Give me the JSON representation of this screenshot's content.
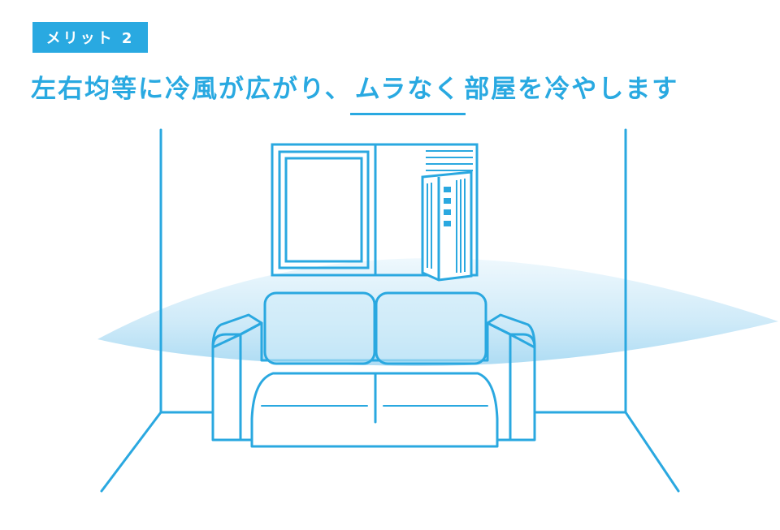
{
  "badge": {
    "label": "メリット 2"
  },
  "headline": {
    "before": "左右均等に冷風が広がり、",
    "emphasis": "ムラなく",
    "after": "部屋を冷やします"
  },
  "colors": {
    "accent": "#29a9e1",
    "line": "#2aa8e0",
    "airflow": "#cfe9f8"
  }
}
